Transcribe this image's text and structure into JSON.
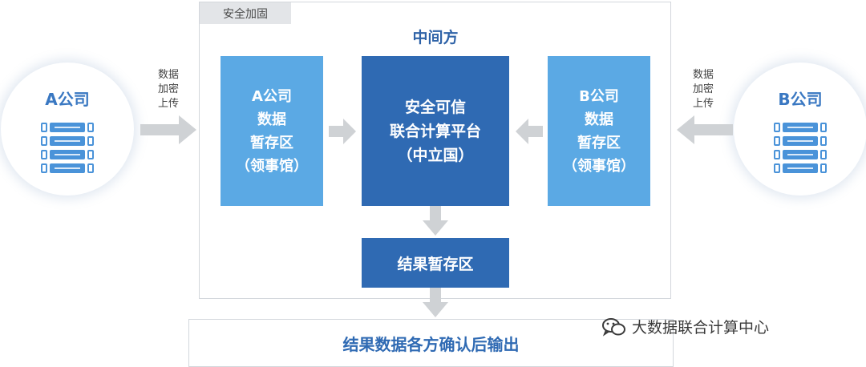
{
  "left_company": {
    "name": "A公司"
  },
  "right_company": {
    "name": "B公司"
  },
  "upload_label_left": [
    "数据",
    "加密",
    "上传"
  ],
  "upload_label_right": [
    "数据",
    "加密",
    "上传"
  ],
  "security_tag": "安全加固",
  "middle_party": {
    "title": "中间方"
  },
  "a_staging": {
    "lines": [
      "A公司",
      "数据",
      "暂存区",
      "（领事馆）"
    ]
  },
  "b_staging": {
    "lines": [
      "B公司",
      "数据",
      "暂存区",
      "（领事馆）"
    ]
  },
  "platform": {
    "lines": [
      "安全可信",
      "联合计算平台",
      "（中立国）"
    ]
  },
  "result_staging": "结果暂存区",
  "output": "结果数据各方确认后输出",
  "watermark": "大数据联合计算中心",
  "colors": {
    "light_blue": "#5ba9e4",
    "dark_blue": "#2f6ab3",
    "arrow_gray": "#cfd2d5"
  }
}
